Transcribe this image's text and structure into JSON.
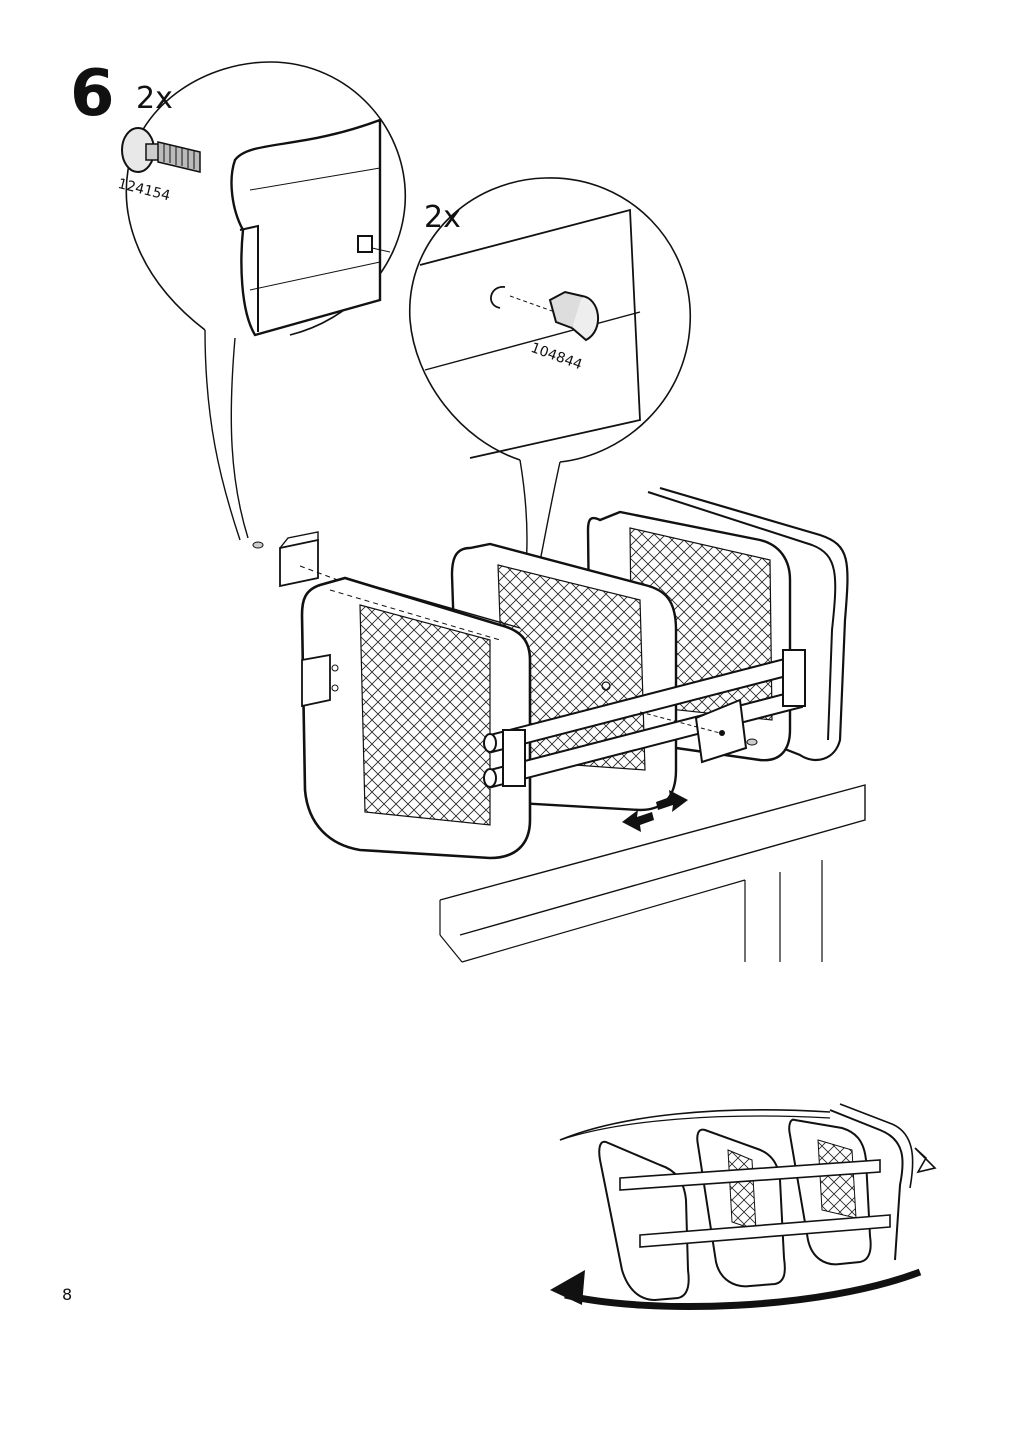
{
  "step": {
    "number": "6"
  },
  "callouts": [
    {
      "quantity": "2x",
      "part_number": "124154",
      "icon": "carriage-bolt-icon"
    },
    {
      "quantity": "2x",
      "part_number": "104844",
      "icon": "cap-nut-icon"
    }
  ],
  "footer": {
    "page_number": "8"
  },
  "colors": {
    "ink": "#111111",
    "paper": "#ffffff"
  }
}
